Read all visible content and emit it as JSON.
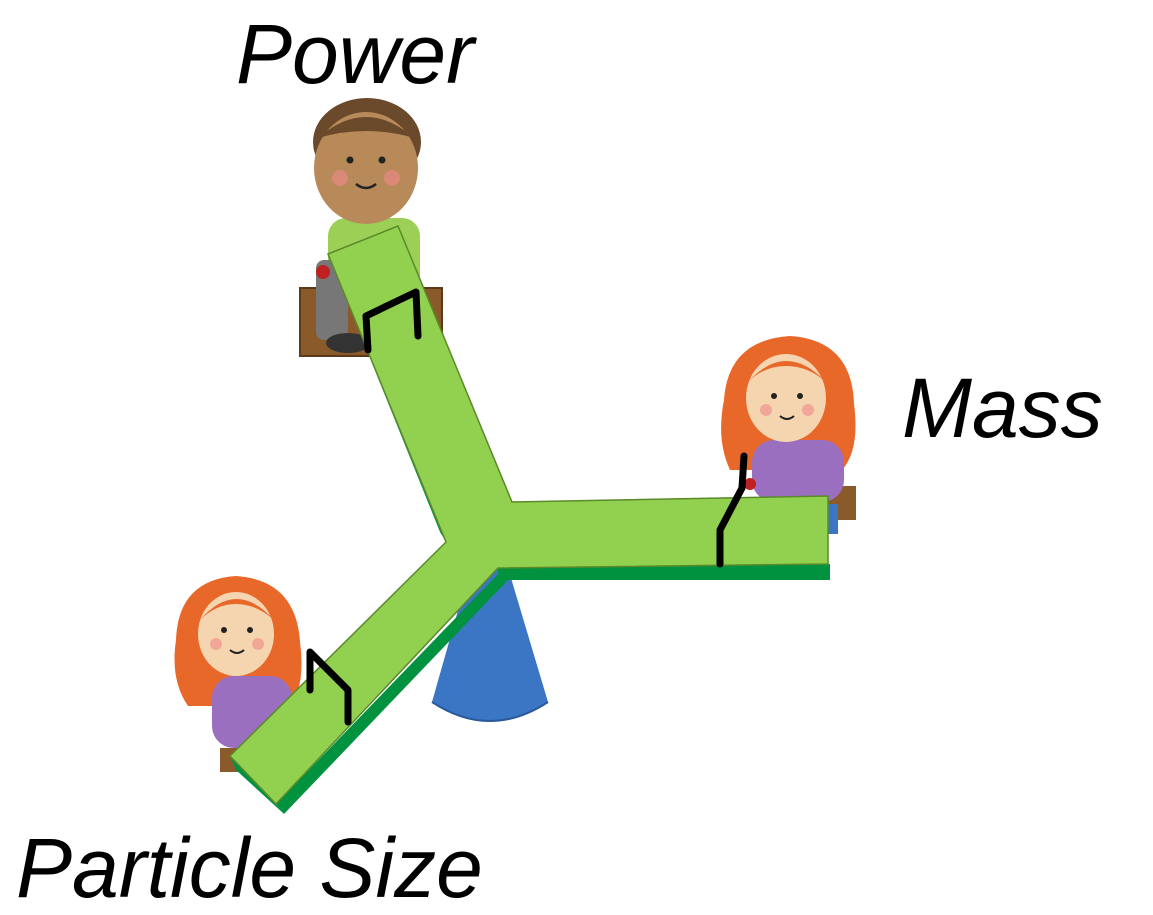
{
  "labels": {
    "power": "Power",
    "mass": "Mass",
    "particle_size": "Particle Size"
  },
  "colors": {
    "board_top": "#92d050",
    "board_side": "#00923f",
    "fulcrum": "#3a76c4",
    "handle": "#000000",
    "hair": "#e8682a",
    "skin": "#f5d4b0",
    "boy_skin": "#b88a5a",
    "boy_hair": "#6b4a2b",
    "boy_shirt": "#9ccf55",
    "girl_shirt": "#9b6fc0",
    "wood": "#8b5a2b"
  }
}
